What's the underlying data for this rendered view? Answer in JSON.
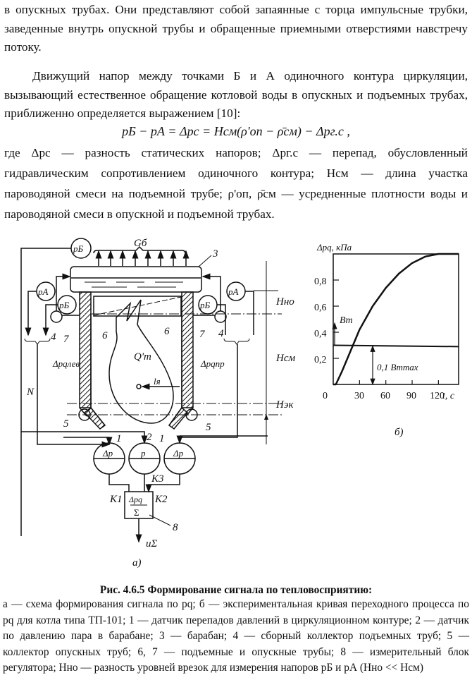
{
  "body": {
    "para1": "в опускных трубах. Они представляют собой запаянные с торца импульсные трубки, заведенные внутрь опускной трубы и обращенные приемными отверстиями навстречу потоку.",
    "para2": "Движущий напор между точками Б и А одиночного контура циркуляции, вызывающий естественное обращение котловой воды в опускных и подъемных трубах, приближенно определяется выражением [10]:",
    "formula": "pБ − pА = Δpс = Hсм(ρ'оп − ρ̄см) − Δpг.с ,",
    "para3": "где Δpс — разность статических напоров; Δpг.с — перепад, обусловленный гидравлическим сопротивлением одиночного контура; Hсм — длина участка пароводяной смеси на подъемной трубе; ρ'оп, ρ̄см — усредненные плотности воды и пароводяной смеси в опускной и подъемной трубах."
  },
  "diagram_a": {
    "labels": {
      "G": "Gб",
      "pB": "pБ",
      "pA": "pА",
      "n3": "3",
      "n4": "4",
      "n5": "5",
      "n6": "6",
      "n7": "7",
      "n1": "1",
      "n2": "2",
      "n8": "8",
      "Q": "Q'т",
      "l": "lя",
      "dpl": "Δpqлев",
      "dpr": "Δpqпр",
      "N": "N",
      "Hno": "Hно",
      "Hsm": "Hсм",
      "Hek": "Hэк",
      "dp": "Δp",
      "p": "p",
      "K1": "K1",
      "K2": "K2",
      "K3": "K3",
      "box_top": "Δpq",
      "box_bottom": "Σ",
      "u": "uΣ",
      "tag": "а)"
    }
  },
  "chart_data": {
    "type": "line",
    "title": "",
    "xlabel": "t, с",
    "ylabel": "Δpq, кПа",
    "xlim": [
      0,
      143
    ],
    "ylim": [
      0,
      1.0
    ],
    "x_ticks": [
      "0",
      "30",
      "60",
      "90",
      "120"
    ],
    "y_ticks": [
      "0,2",
      "0,4",
      "0,6",
      "0,8"
    ],
    "series": [
      {
        "name": "Δpq",
        "x": [
          0,
          3,
          10,
          20,
          30,
          45,
          60,
          75,
          90,
          105,
          120,
          130,
          143
        ],
        "y": [
          0,
          0,
          0.1,
          0.26,
          0.42,
          0.6,
          0.74,
          0.85,
          0.93,
          0.98,
          1.0,
          1.0,
          1.0
        ]
      },
      {
        "name": "Bт",
        "x": [
          0,
          143
        ],
        "y": [
          0.3,
          0.29
        ]
      }
    ],
    "annotations": [
      "Bт",
      "0,1 Bтmax"
    ],
    "tag": "б)"
  },
  "caption": {
    "title": "Рис. 4.6.5 Формирование сигнала по тепловосприятию:",
    "text": "а — схема формирования сигнала по pq; б — экспериментальная кривая переходного процесса по pq для котла типа ТП-101; 1 — датчик перепадов давлений в циркуляционном контуре; 2 — датчик по давлению пара в барабане; 3 — барабан; 4 — сборный коллектор подъемных труб; 5 — коллектор опускных труб; 6, 7 — подъемные и опускные трубы; 8 — измерительный блок регулятора; Hно — разность уровней врезок для измерения напоров pБ и pА (Hно << Hсм)"
  }
}
